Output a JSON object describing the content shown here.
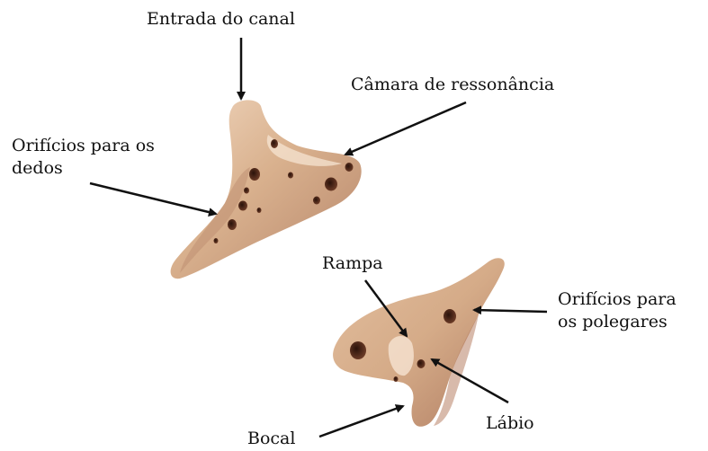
{
  "labels": {
    "entrada": "Entrada do canal",
    "camara": "Câmara de ressonância",
    "orificios_dedos": [
      "Orifícios para os",
      "dedos"
    ],
    "rampa": "Rampa",
    "orificios_polegares": [
      "Orifícios para",
      "os polegares"
    ],
    "labio": "Lábio",
    "bocal": "Bocal"
  },
  "colors": {
    "ocarina_body": "#d8b08c",
    "ocarina_shadow": "#b8876a",
    "ocarina_highlight": "#f3dcc6",
    "hole": "#4a2418",
    "arrow": "#111111"
  }
}
